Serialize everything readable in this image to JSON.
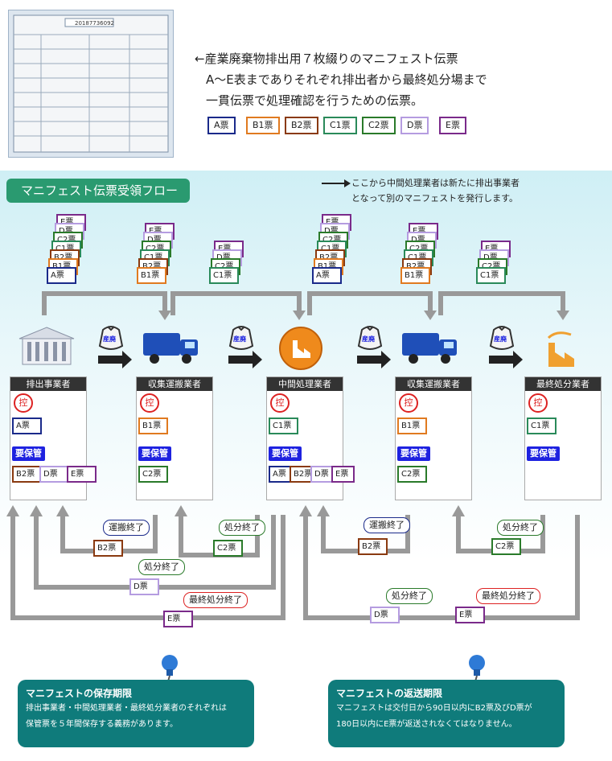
{
  "intro": {
    "lines": [
      "←産業廃棄物排出用７枚綴りのマニフェスト伝票",
      "A～E表までありそれぞれ排出者から最終処分場まで",
      "一貫伝票で処理確認を行うための伝票。"
    ],
    "thumbnail_number": "20187736092"
  },
  "legend": [
    "A票",
    "B1票",
    "B2票",
    "C1票",
    "C2票",
    "D票",
    "E票"
  ],
  "colors": {
    "A": "#1a2a8a",
    "B1": "#e07a20",
    "B2": "#8a3a10",
    "C1": "#2a8a5a",
    "C2": "#2a7a2a",
    "D": "#b59ce0",
    "E": "#7a2a8a",
    "header_bg": "#2a9a70",
    "info_bg": "#0f7b7b",
    "yo_bg": "#1e22e0"
  },
  "header": "マニフェスト伝票受領フロー",
  "note": [
    "ここから中間処理業者は新たに排出事業者",
    "となって別のマニフェストを発行します。"
  ],
  "bag_label": "産廃",
  "cards": [
    {
      "title": "排出事業者",
      "kou": "控",
      "keep": "A票",
      "yo": "要保管",
      "stored": [
        "B2票",
        "D票",
        "E票"
      ]
    },
    {
      "title": "収集運搬業者",
      "kou": "控",
      "keep": "B1票",
      "yo": "要保管",
      "stored": [
        "C2票"
      ]
    },
    {
      "title": "中間処理業者",
      "kou": "控",
      "keep": "C1票",
      "yo": "要保管",
      "stored": [
        "A票",
        "B2票",
        "D票",
        "E票"
      ]
    },
    {
      "title": "収集運搬業者",
      "kou": "控",
      "keep": "B1票",
      "yo": "要保管",
      "stored": [
        "C2票"
      ]
    },
    {
      "title": "最終処分業者",
      "kou": "控",
      "keep": "C1票",
      "yo": "要保管",
      "stored": []
    }
  ],
  "returns": {
    "b2_label": "運搬終了",
    "b2": "B2票",
    "c2_label": "処分終了",
    "c2": "C2票",
    "d_label": "処分終了",
    "d": "D票",
    "e_label": "最終処分終了",
    "e": "E票"
  },
  "info1": {
    "title": "マニフェストの保存期限",
    "body": [
      "排出事業者・中間処理業者・最終処分業者のそれぞれは",
      "保管票を５年間保存する義務があります。"
    ]
  },
  "info2": {
    "title": "マニフェストの返送期限",
    "body": [
      "マニフェストは交付日から90日以内にB2票及びD票が",
      "180日以内にE票が返送されなくてはなりません。"
    ]
  }
}
